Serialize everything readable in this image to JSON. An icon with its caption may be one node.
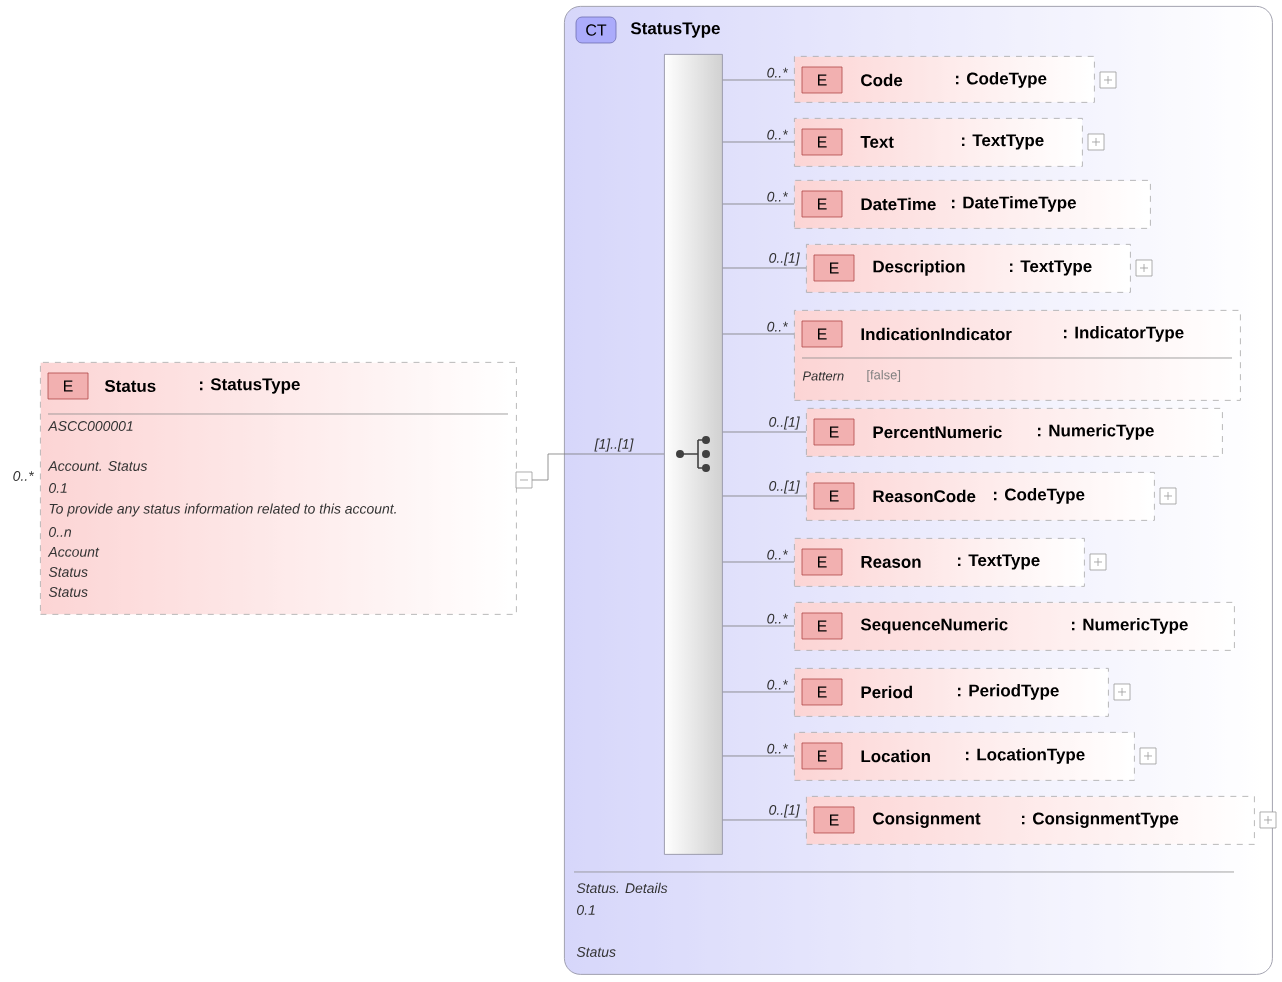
{
  "diagram": {
    "nodes": [
      {
        "text": [
          "E",
          "Status",
          ": StatusType",
          "ASCC000001",
          "Account. Status",
          "0.1",
          "To provide any status information related to this account.",
          "0..n",
          "Account",
          "Status",
          "Status"
        ],
        "beside": [
          "0..*"
        ]
      },
      {
        "text": [
          "CT",
          "StatusType",
          "Status. Details",
          "0.1",
          "Status"
        ]
      },
      {
        "text": [],
        "shape": "bar",
        "in": 1
      },
      {
        "text": [
          "E",
          "Code",
          ": CodeType"
        ],
        "in": 1
      },
      {
        "text": [
          "E",
          "Text",
          ": TextType"
        ],
        "in": 1
      },
      {
        "text": [
          "E",
          "DateTime",
          ": DateTimeType"
        ],
        "in": 1
      },
      {
        "text": [
          "E",
          "Description",
          ": TextType"
        ],
        "in": 1
      },
      {
        "text": [
          "E",
          "IndicationIndicator",
          ": IndicatorType",
          "Pattern",
          "[false]"
        ],
        "in": 1
      },
      {
        "text": [
          "E",
          "PercentNumeric",
          ": NumericType"
        ],
        "in": 1
      },
      {
        "text": [
          "E",
          "ReasonCode",
          ": CodeType"
        ],
        "in": 1
      },
      {
        "text": [
          "E",
          "Reason",
          ": TextType"
        ],
        "in": 1
      },
      {
        "text": [
          "E",
          "SequenceNumeric",
          ": NumericType"
        ],
        "in": 1
      },
      {
        "text": [
          "E",
          "Period",
          ": PeriodType"
        ],
        "in": 1
      },
      {
        "text": [
          "E",
          "Location",
          ": LocationType"
        ],
        "in": 1
      },
      {
        "text": [
          "E",
          "Consignment",
          ": ConsignmentType"
        ],
        "in": 1
      }
    ],
    "edges": [
      {
        "from": 0,
        "to": 2,
        "arrow": "none",
        "label": "[1]..[1]"
      },
      {
        "from": 2,
        "to": 3,
        "arrow": "none",
        "label": "0..*"
      },
      {
        "from": 2,
        "to": 4,
        "arrow": "none",
        "label": "0..*"
      },
      {
        "from": 2,
        "to": 5,
        "arrow": "none",
        "label": "0..*"
      },
      {
        "from": 2,
        "to": 6,
        "arrow": "none",
        "label": "0..[1]"
      },
      {
        "from": 2,
        "to": 7,
        "arrow": "none",
        "label": "0..*"
      },
      {
        "from": 2,
        "to": 8,
        "arrow": "none",
        "label": "0..[1]"
      },
      {
        "from": 2,
        "to": 9,
        "arrow": "none",
        "label": "0..[1]"
      },
      {
        "from": 2,
        "to": 10,
        "arrow": "none",
        "label": "0..*"
      },
      {
        "from": 2,
        "to": 11,
        "arrow": "none",
        "label": "0..*"
      },
      {
        "from": 2,
        "to": 12,
        "arrow": "none",
        "label": "0..*"
      },
      {
        "from": 2,
        "to": 13,
        "arrow": "none",
        "label": "0..*"
      },
      {
        "from": 2,
        "to": 14,
        "arrow": "none",
        "label": "0..[1]"
      }
    ]
  }
}
